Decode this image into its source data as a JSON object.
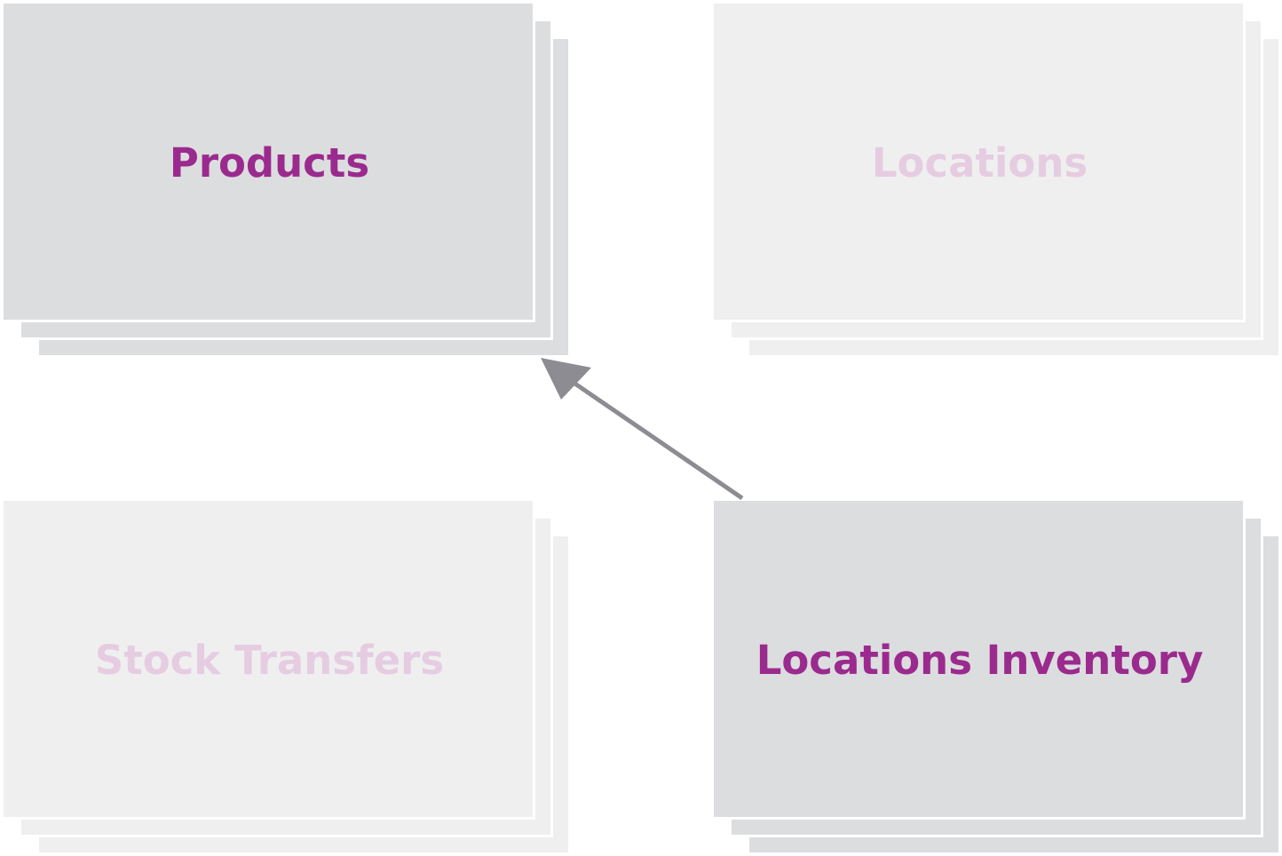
{
  "nodes": {
    "products": {
      "label": "Products",
      "state": "active"
    },
    "locations": {
      "label": "Locations",
      "state": "faded"
    },
    "stock_transfers": {
      "label": "Stock Transfers",
      "state": "faded"
    },
    "locations_inventory": {
      "label": "Locations Inventory",
      "state": "active"
    }
  },
  "edges": [
    {
      "from": "Locations Inventory",
      "to": "Products"
    }
  ],
  "colors": {
    "label_active": "#9b2a8e",
    "label_faded": "#c890bd",
    "card": "#dcdddf",
    "arrow": "#8c8c92"
  }
}
